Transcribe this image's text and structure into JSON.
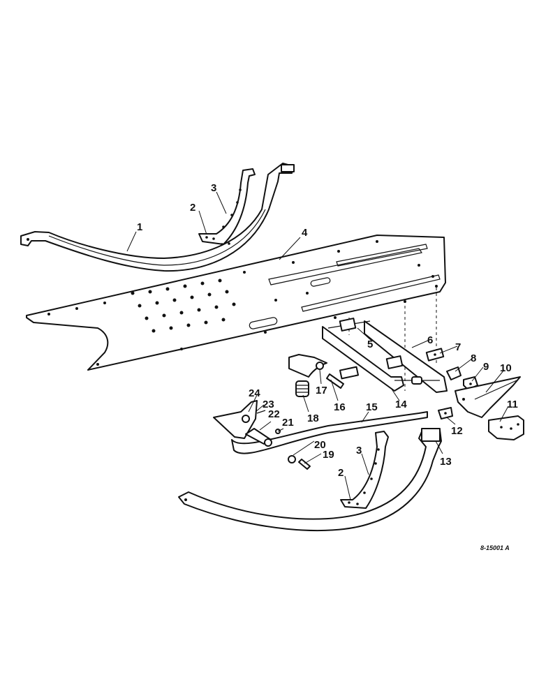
{
  "figure": {
    "drawing_code": "8-15001 A"
  },
  "callouts": [
    {
      "id": "c1",
      "label": "1"
    },
    {
      "id": "c2a",
      "label": "2"
    },
    {
      "id": "c3a",
      "label": "3"
    },
    {
      "id": "c4",
      "label": "4"
    },
    {
      "id": "c5",
      "label": "5"
    },
    {
      "id": "c6",
      "label": "6"
    },
    {
      "id": "c7",
      "label": "7"
    },
    {
      "id": "c8",
      "label": "8"
    },
    {
      "id": "c9",
      "label": "9"
    },
    {
      "id": "c10",
      "label": "10"
    },
    {
      "id": "c11",
      "label": "11"
    },
    {
      "id": "c12",
      "label": "12"
    },
    {
      "id": "c13",
      "label": "13"
    },
    {
      "id": "c14",
      "label": "14"
    },
    {
      "id": "c15",
      "label": "15"
    },
    {
      "id": "c16",
      "label": "16"
    },
    {
      "id": "c17",
      "label": "17"
    },
    {
      "id": "c18",
      "label": "18"
    },
    {
      "id": "c19",
      "label": "19"
    },
    {
      "id": "c20",
      "label": "20"
    },
    {
      "id": "c21",
      "label": "21"
    },
    {
      "id": "c22",
      "label": "22"
    },
    {
      "id": "c23",
      "label": "23"
    },
    {
      "id": "c24",
      "label": "24"
    },
    {
      "id": "c2b",
      "label": "2"
    },
    {
      "id": "c3b",
      "label": "3"
    }
  ]
}
